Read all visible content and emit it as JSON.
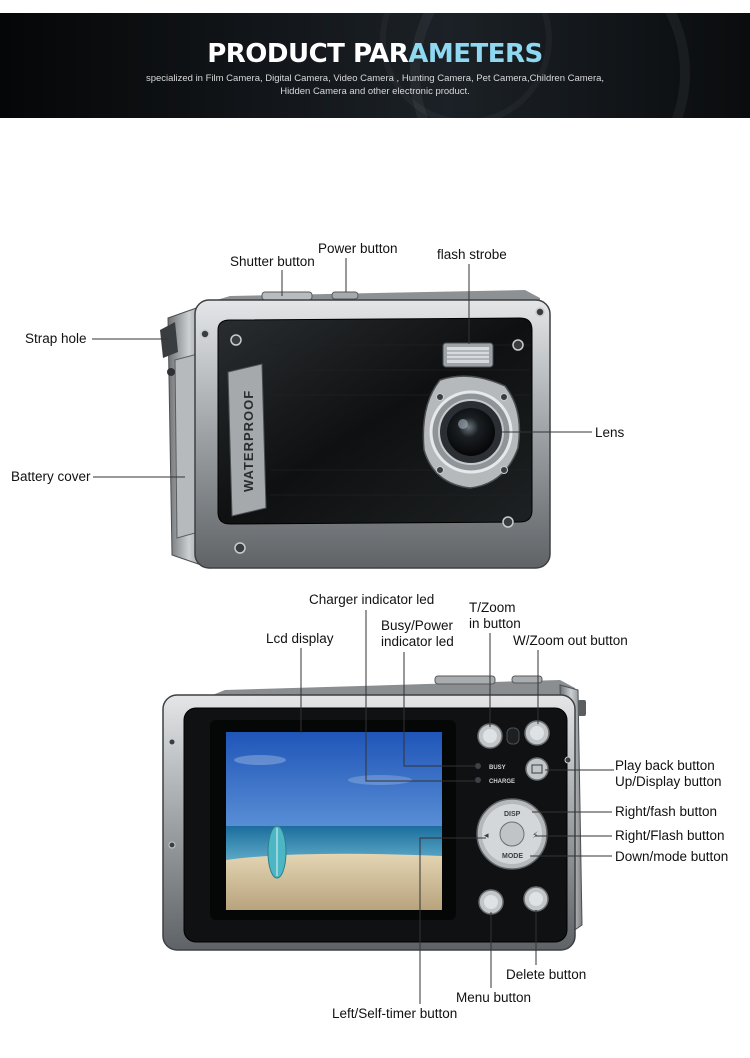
{
  "banner": {
    "title_main": "PRODUCT PAR",
    "title_accent": "AMETERS",
    "subtitle": "specialized in Film Camera, Digital Camera, Video Camera , Hunting Camera, Pet Camera,Children Camera, Hidden Camera and other electronic product."
  },
  "camera_front": {
    "waterproof_text": "WATERPROOF",
    "labels": {
      "shutter_button": "Shutter button",
      "power_button": "Power button",
      "flash_strobe": "flash strobe",
      "strap_hole": "Strap hole",
      "lens": "Lens",
      "battery_cover": "Battery cover"
    }
  },
  "camera_back": {
    "led_busy_text": "BUSY",
    "led_charge_text": "CHARGE",
    "disp_text": "DISP",
    "mode_text": "MODE",
    "labels": {
      "charger_indicator_led": "Charger indicator led",
      "t_zoom_in_button_1": "T/Zoom",
      "t_zoom_in_button_2": "in button",
      "lcd_display": "Lcd display",
      "busy_power_led_1": "Busy/Power",
      "busy_power_led_2": "indicator led",
      "w_zoom_out_button": "W/Zoom out button",
      "play_back_button": "Play back button",
      "up_display_button": "Up/Display button",
      "right_fash_button": "Right/fash button",
      "right_flash_button": "Right/Flash button",
      "down_mode_button": "Down/mode button",
      "delete_button": "Delete button",
      "menu_button": "Menu button",
      "left_self_timer_button": "Left/Self-timer button"
    }
  },
  "colors": {
    "banner_accent": "#8fd8f2",
    "body_silver": "#a7abae",
    "body_black": "#141618",
    "screen_sky": "#2f6fcf",
    "screen_sand": "#d9c7a2",
    "leader_line": "#333333"
  }
}
